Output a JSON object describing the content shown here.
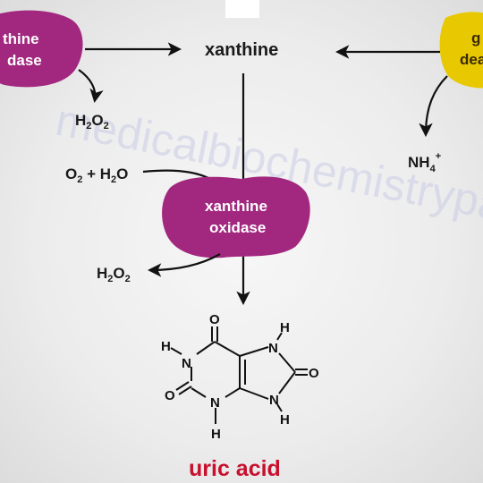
{
  "watermark": "medicalbiochemistrypage",
  "enzymes": {
    "left_top": {
      "line1": "thine",
      "line2": "dase",
      "color": "#a2287f"
    },
    "center": {
      "line1": "xanthine",
      "line2": "oxidase",
      "color": "#a2287f"
    },
    "right_top": {
      "line1": "g",
      "line2": "dea",
      "color": "#e8c800"
    }
  },
  "labels": {
    "xanthine": "xanthine",
    "h2o2_top": {
      "main": "H",
      "sub": "2",
      "main2": "O",
      "sub2": "2"
    },
    "o2_h2o": {
      "a": "O",
      "a_sub": "2",
      "rest": " + H",
      "b_sub": "2",
      "b": "O"
    },
    "nh4": {
      "main": "NH",
      "sub": "4",
      "sup": "+"
    },
    "h2o2_bottom": {
      "main": "H",
      "sub": "2",
      "main2": "O",
      "sub2": "2"
    },
    "product": "uric acid"
  },
  "structure": {
    "atoms": {
      "o": "O",
      "n": "N",
      "h": "H"
    }
  },
  "colors": {
    "product": "#c8102e",
    "arrow": "#111111"
  }
}
